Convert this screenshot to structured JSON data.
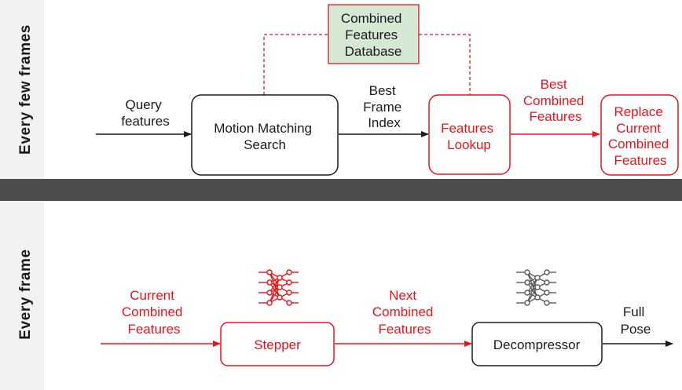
{
  "panels": {
    "top": {
      "side_label": "Every few frames"
    },
    "bottom": {
      "side_label": "Every frame"
    }
  },
  "top_flow": {
    "input_label": [
      "Query",
      "features"
    ],
    "search_box": [
      "Motion Matching",
      "Search"
    ],
    "index_label": [
      "Best",
      "Frame",
      "Index"
    ],
    "lookup_box": [
      "Features",
      "Lookup"
    ],
    "database_box": [
      "Combined",
      "Features",
      "Database"
    ],
    "output_label": [
      "Best",
      "Combined",
      "Features"
    ],
    "replace_box": [
      "Replace",
      "Current",
      "Combined",
      "Features"
    ]
  },
  "bottom_flow": {
    "input_label": [
      "Current",
      "Combined",
      "Features"
    ],
    "stepper_box": [
      "Stepper"
    ],
    "next_label": [
      "Next",
      "Combined",
      "Features"
    ],
    "decompressor_box": [
      "Decompressor"
    ],
    "output_label": [
      "Full",
      "Pose"
    ]
  },
  "colors": {
    "accent_red": "#e8141c",
    "black": "#1a1a1a",
    "divider": "#4d4d4d",
    "left_strip": "#f2f2f2",
    "database_fill": "#d5e8d4",
    "network_gray": "#5a5a5a"
  }
}
